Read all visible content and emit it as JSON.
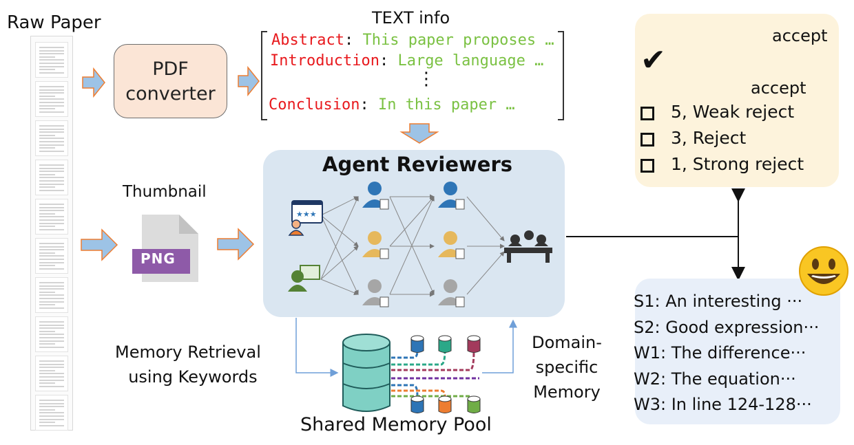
{
  "raw_paper": {
    "label": "Raw Paper"
  },
  "pdf_converter": {
    "line1": "PDF",
    "line2": "converter"
  },
  "text_info": {
    "title": "TEXT info",
    "lines": [
      {
        "key": "Abstract",
        "value": "This paper proposes …"
      },
      {
        "key": "Introduction",
        "value": "Large language …"
      },
      {
        "key": "Conclusion",
        "value": "In this paper …"
      }
    ],
    "ellipsis": "⋮"
  },
  "thumbnail": {
    "label": "Thumbnail",
    "badge": "PNG"
  },
  "agent_reviewers": {
    "title": "Agent Reviewers"
  },
  "memory": {
    "retrieval_line1": "Memory Retrieval",
    "retrieval_line2": "using Keywords",
    "domain_line1": "Domain-",
    "domain_line2": "specific",
    "domain_line3": "Memory",
    "pool_label": "Shared Memory Pool"
  },
  "decision": {
    "top_label": "accept",
    "selected_label": "accept",
    "options": [
      "5, Weak reject",
      "3, Reject",
      "1, Strong reject"
    ]
  },
  "review_items": [
    "S1: An interesting ···",
    "S2: Good expression···",
    "W1: The difference···",
    "W2: The equation···",
    "W3: In line 124-128···"
  ],
  "colors": {
    "arrow_fill": "#9dc3e6",
    "arrow_stroke": "#ed7d31",
    "reviewer_blue": "#2e75b6",
    "reviewer_gold": "#e6b85c",
    "reviewer_gray": "#a6a6a6",
    "db_teal": "#7fd0c4"
  }
}
